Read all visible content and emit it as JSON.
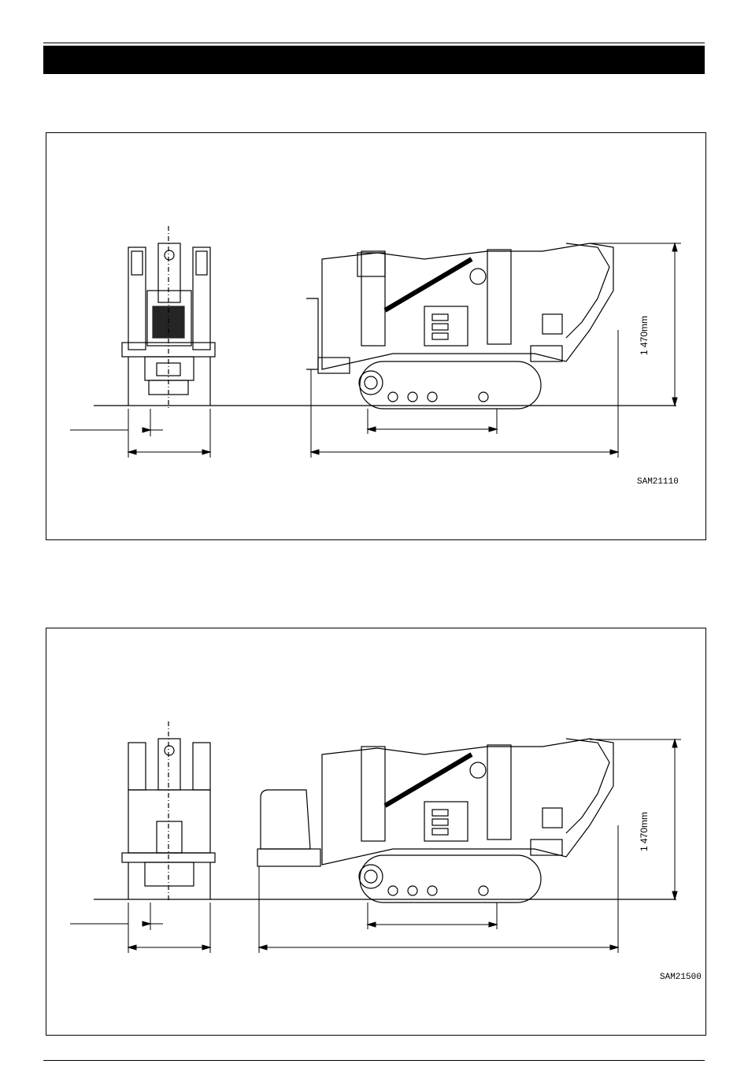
{
  "header": {
    "title": ""
  },
  "figures": [
    {
      "code": "SAM21110",
      "height_label": "1 470mm"
    },
    {
      "code": "SAM21500",
      "height_label": "1 470mm"
    }
  ],
  "colors": {
    "line": "#000000",
    "background": "#ffffff"
  }
}
